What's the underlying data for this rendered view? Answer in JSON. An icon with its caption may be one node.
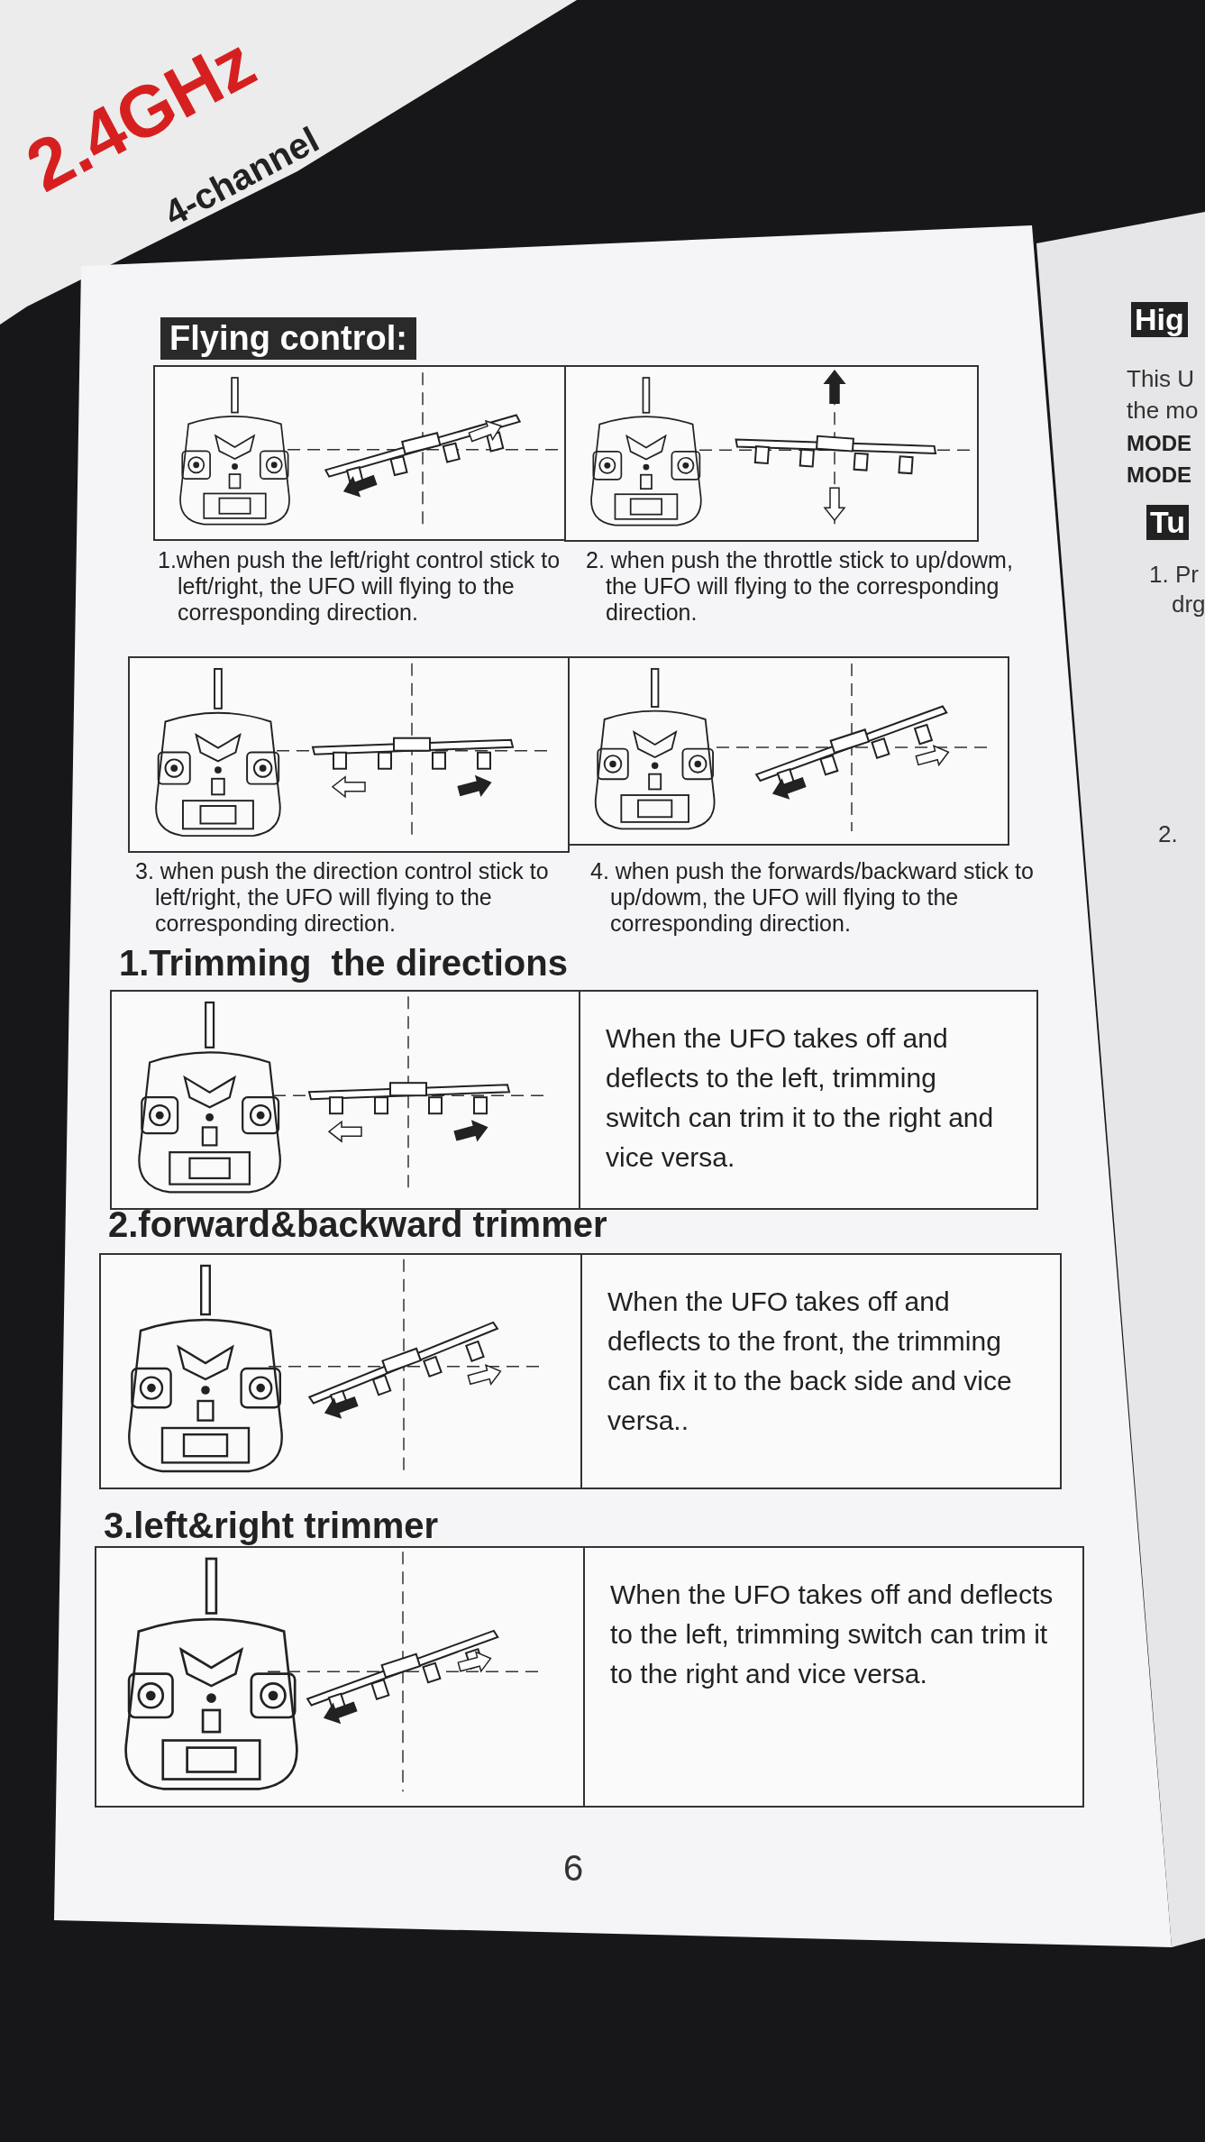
{
  "diagram": {
    "title": "Flying control:",
    "nodes": [
      {
        "text": [],
        "shape": "picture",
        "beside": [
          "1.when push the left/right control stick to left/right, the UFO will flying to the corresponding direction."
        ]
      },
      {
        "text": [],
        "shape": "picture",
        "beside": [
          "2. when push the throttle stick to up/dowm, the UFO will flying to the corresponding direction."
        ]
      },
      {
        "text": [],
        "shape": "picture",
        "beside": [
          "3. when push the direction control stick to left/right, the UFO will flying to the corresponding direction."
        ]
      },
      {
        "text": [],
        "shape": "picture",
        "beside": [
          "4. when push the forwards/backward stick to up/dowm, the UFO will flying to the corresponding direction."
        ]
      },
      {
        "text": [
          "1.Trimming  the directions",
          "When the UFO takes off and deflects to the left, trimming switch can trim it to the right and vice versa."
        ]
      },
      {
        "text": [
          "2.forward&backward trimmer",
          "When the UFO takes off and deflects to the front, the trimming can fix it to the back side and vice versa.."
        ]
      },
      {
        "text": [
          "3.left&right trimmer",
          "When the UFO takes off and deflects to the left, trimming switch can trim it to the right and vice versa."
        ]
      }
    ],
    "edges": [],
    "labels": [
      "2.4GHz",
      "4-channel",
      "6",
      "Hig",
      "This U",
      "the mo",
      "MODE",
      "MODE",
      "Tu",
      "1. Pr",
      "drg",
      "2."
    ]
  }
}
